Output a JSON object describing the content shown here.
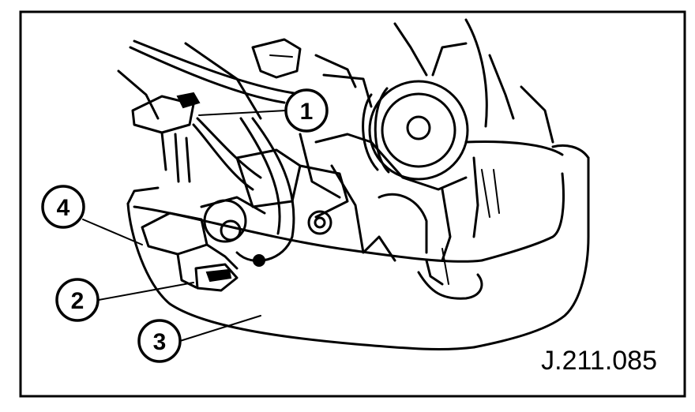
{
  "figure": {
    "reference": "J.211.085",
    "callouts": [
      {
        "label": "1"
      },
      {
        "label": "2"
      },
      {
        "label": "3"
      },
      {
        "label": "4"
      }
    ]
  }
}
